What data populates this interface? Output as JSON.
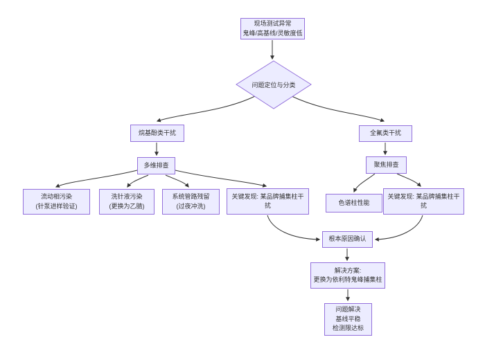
{
  "diagram": {
    "type": "flowchart",
    "direction": "top-down",
    "colors": {
      "background": "#ffffff",
      "node_fill": "#ECECFF",
      "node_border": "#9370DB",
      "edge": "#333333",
      "text": "#333333"
    },
    "nodes": {
      "start": {
        "shape": "rect",
        "lines": [
          "现场测试异常",
          "鬼峰/高基线/灵敏度低"
        ]
      },
      "classify": {
        "shape": "diamond",
        "lines": [
          "问题定位与分类"
        ]
      },
      "alkylphenol": {
        "shape": "rect",
        "lines": [
          "烷基酚类干扰"
        ]
      },
      "perfluoro": {
        "shape": "rect",
        "lines": [
          "全氟类干扰"
        ]
      },
      "multi_check": {
        "shape": "rect",
        "lines": [
          "多维排查"
        ]
      },
      "focus_check": {
        "shape": "rect",
        "lines": [
          "聚焦排查"
        ]
      },
      "mobile_phase": {
        "shape": "rect",
        "lines": [
          "流动相污染",
          "(针泵进样验证)"
        ]
      },
      "needle_wash": {
        "shape": "rect",
        "lines": [
          "洗针液污染",
          "(更换为乙腈)"
        ]
      },
      "system_residual": {
        "shape": "rect",
        "lines": [
          "系统管路残留",
          "(过夜冲洗)"
        ]
      },
      "finding_left": {
        "shape": "rect",
        "lines": [
          "关键发现: 某品牌捕集柱干扰"
        ]
      },
      "column_performance": {
        "shape": "rect",
        "lines": [
          "色谱柱性能"
        ]
      },
      "finding_right": {
        "shape": "rect",
        "lines": [
          "关键发现: 某品牌捕集柱干扰"
        ]
      },
      "root_cause": {
        "shape": "rect",
        "lines": [
          "根本原因确认"
        ]
      },
      "solution": {
        "shape": "rect",
        "lines": [
          "解决方案:",
          "更换为依利特鬼峰捕集柱"
        ]
      },
      "resolved": {
        "shape": "rect",
        "lines": [
          "问题解决",
          "基线平稳",
          "检测限达标"
        ]
      }
    },
    "edges": [
      {
        "from": "start",
        "to": "classify"
      },
      {
        "from": "classify",
        "to": "alkylphenol"
      },
      {
        "from": "classify",
        "to": "perfluoro"
      },
      {
        "from": "alkylphenol",
        "to": "multi_check"
      },
      {
        "from": "multi_check",
        "to": "mobile_phase"
      },
      {
        "from": "multi_check",
        "to": "needle_wash"
      },
      {
        "from": "multi_check",
        "to": "system_residual"
      },
      {
        "from": "multi_check",
        "to": "finding_left"
      },
      {
        "from": "perfluoro",
        "to": "focus_check"
      },
      {
        "from": "focus_check",
        "to": "column_performance"
      },
      {
        "from": "focus_check",
        "to": "finding_right"
      },
      {
        "from": "finding_left",
        "to": "root_cause"
      },
      {
        "from": "finding_right",
        "to": "root_cause"
      },
      {
        "from": "root_cause",
        "to": "solution"
      },
      {
        "from": "solution",
        "to": "resolved"
      }
    ]
  }
}
